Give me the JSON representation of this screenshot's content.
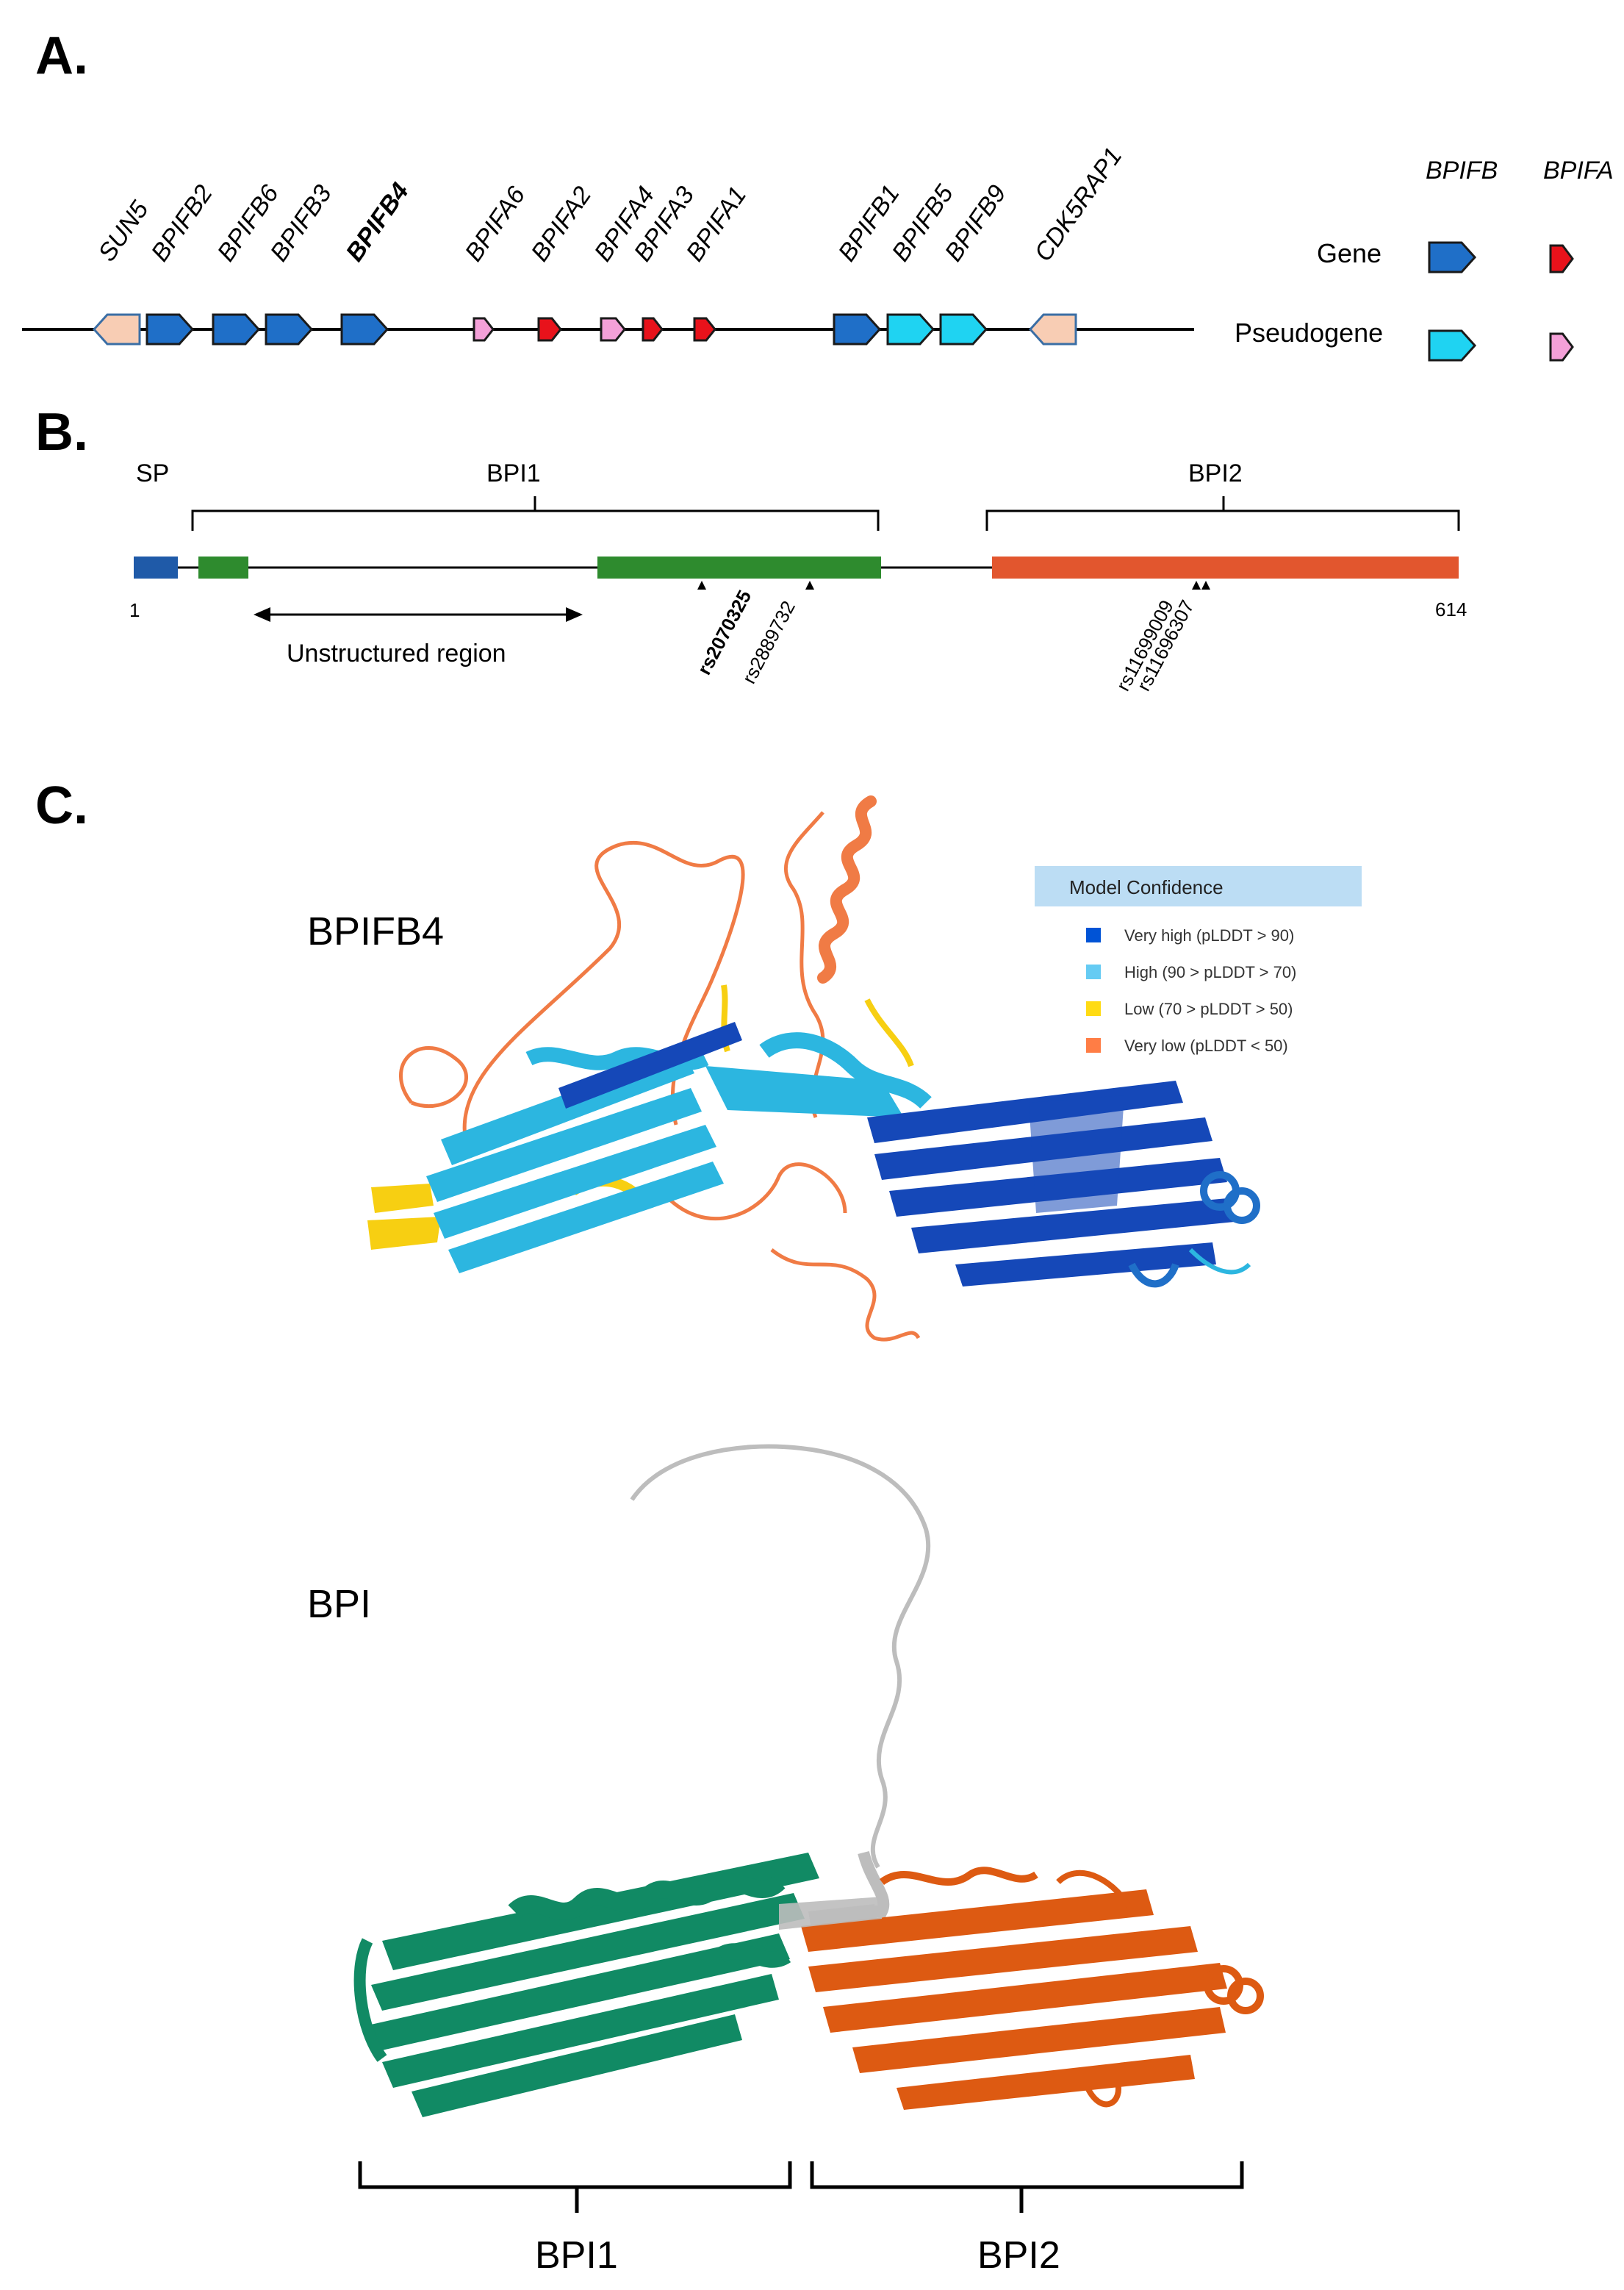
{
  "panels": {
    "a": "A.",
    "b": "B.",
    "c": "C."
  },
  "locus": {
    "genes": [
      {
        "name": "SUN5",
        "type": "other",
        "dir": "left",
        "bold": false
      },
      {
        "name": "BPIFB2",
        "type": "bpifb_gene",
        "dir": "right",
        "bold": false
      },
      {
        "name": "BPIFB6",
        "type": "bpifb_gene",
        "dir": "right",
        "bold": false
      },
      {
        "name": "BPIFB3",
        "type": "bpifb_gene",
        "dir": "right",
        "bold": false
      },
      {
        "name": "BPIFB4",
        "type": "bpifb_gene",
        "dir": "right",
        "bold": true
      },
      {
        "name": "BPIFA6",
        "type": "bpifa_pseudo",
        "dir": "right",
        "bold": false
      },
      {
        "name": "BPIFA2",
        "type": "bpifa_gene",
        "dir": "right",
        "bold": false
      },
      {
        "name": "BPIFA4",
        "type": "bpifa_pseudo",
        "dir": "right",
        "bold": false
      },
      {
        "name": "BPIFA3",
        "type": "bpifa_gene",
        "dir": "right",
        "bold": false
      },
      {
        "name": "BPIFA1",
        "type": "bpifa_gene",
        "dir": "right",
        "bold": false
      },
      {
        "name": "BPIFB1",
        "type": "bpifb_gene",
        "dir": "right",
        "bold": false
      },
      {
        "name": "BPIFB5",
        "type": "bpifb_pseudo",
        "dir": "right",
        "bold": false
      },
      {
        "name": "BPIFB9",
        "type": "bpifb_pseudo",
        "dir": "right",
        "bold": false
      },
      {
        "name": "CDK5RAP1",
        "type": "other",
        "dir": "left",
        "bold": false
      }
    ],
    "legend": {
      "col_bpifb": "BPIFB",
      "col_bpifa": "BPIFA",
      "row_gene": "Gene",
      "row_pseudogene": "Pseudogene"
    }
  },
  "domain_map": {
    "sp_label": "SP",
    "bpi1_label": "BPI1",
    "bpi2_label": "BPI2",
    "start": "1",
    "end": "614",
    "unstructured_label": "Unstructured region",
    "snps": [
      {
        "id": "rs2070325",
        "bold": true
      },
      {
        "id": "rs2889732",
        "bold": false
      },
      {
        "id": "rs11699009",
        "bold": false
      },
      {
        "id": "rs11696307",
        "bold": false
      }
    ]
  },
  "structures": {
    "top_title": "BPIFB4",
    "bottom_title": "BPI",
    "confidence": {
      "title": "Model Confidence",
      "items": [
        {
          "label": "Very high (pLDDT > 90)",
          "color": "#0053D6"
        },
        {
          "label": "High (90 > pLDDT > 70)",
          "color": "#65CBF3"
        },
        {
          "label": "Low (70 > pLDDT > 50)",
          "color": "#FFDB13"
        },
        {
          "label": "Very low (pLDDT < 50)",
          "color": "#FF7D45"
        }
      ]
    },
    "bottom_bracket_left": "BPI1",
    "bottom_bracket_right": "BPI2"
  },
  "colors": {
    "bpifb_gene": "#1F6FC8",
    "bpifb_pseudo": "#1FD3F2",
    "bpifa_gene": "#E8121B",
    "bpifa_pseudo": "#F4A0D8",
    "other_gene": "#F8CDB4",
    "sp": "#1F5AA8",
    "bpi1": "#2E8B2E",
    "bpi2": "#E2562E",
    "bpi_green": "#118A64",
    "bpi_orange": "#DD5A12",
    "bpi_linker": "#BDBDBD"
  }
}
